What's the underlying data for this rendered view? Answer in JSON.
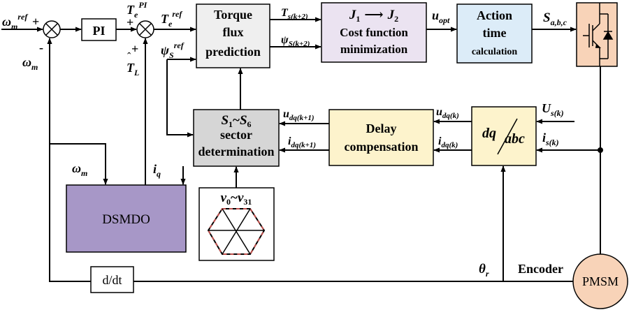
{
  "blocks": {
    "pi": "PI",
    "torque_flux": [
      "Torque",
      "flux",
      "prediction"
    ],
    "cost_func": {
      "line1_a": "J",
      "line1_a_sub": "1",
      "arrow": "⟶",
      "line1_b": "J",
      "line1_b_sub": "2",
      "line2": "Cost function",
      "line3": "minimization"
    },
    "action_time": [
      "Action",
      "time",
      "calculation"
    ],
    "sector": {
      "s1": "S",
      "s1_sub": "1",
      "tilde": "~",
      "s6": "S",
      "s6_sub": "6",
      "line2": "sector",
      "line3": "determination"
    },
    "delay": [
      "Delay",
      "compensation"
    ],
    "dq_abc": {
      "left": "dq",
      "right": "abc"
    },
    "dsmdo": "DSMDO",
    "ddt": "d/dt",
    "pmsm": "PMSM",
    "vectors": {
      "v0": "v",
      "v0_sub": "0",
      "tilde": "~",
      "v31": "v",
      "v31_sub": "31"
    }
  },
  "signals": {
    "omega_ref": {
      "base": "ω",
      "sub": "m",
      "sup": "ref"
    },
    "omega_m_fb": {
      "base": "ω",
      "sub": "m"
    },
    "omega_m_dsmdo": {
      "base": "ω",
      "sub": "m"
    },
    "te_pi": {
      "base": "T",
      "sub": "e",
      "sup": "PI"
    },
    "te_ref": {
      "base": "T",
      "sub": "e",
      "sup": "ref"
    },
    "tl_hat": {
      "base": "T",
      "sub": "L"
    },
    "psi_ref": {
      "base": "ψ",
      "sub": "S",
      "sup": "ref"
    },
    "iq": {
      "base": "i",
      "sub": "q"
    },
    "ts_k2": {
      "base": "T",
      "sub": "s(k+2)"
    },
    "psis_k2": {
      "base": "ψ",
      "sub": "S(k+2)"
    },
    "u_opt": {
      "base": "u",
      "sub": "opt"
    },
    "s_abc": {
      "base": "S",
      "sub": "a,b,c"
    },
    "udq_k1": {
      "base": "u",
      "sub": "dq(k+1)"
    },
    "idq_k1": {
      "base": "i",
      "sub": "dq(k+1)"
    },
    "udq_k": {
      "base": "u",
      "sub": "dq(k)"
    },
    "idq_k": {
      "base": "i",
      "sub": "dq(k)"
    },
    "us_k": {
      "base": "U",
      "sub": "s(k)"
    },
    "is_k": {
      "base": "i",
      "sub": "s(k)"
    },
    "theta_r": {
      "base": "θ",
      "sub": "r"
    },
    "encoder": "Encoder"
  },
  "signs": {
    "sum1_plus": "+",
    "sum1_minus": "-",
    "sum2_plus_left": "+",
    "sum2_plus_bottom": "+"
  },
  "colors": {
    "torque_box": "#efefef",
    "cost_box": "#ebe3f1",
    "action_box": "#dcecf8",
    "sector_box": "#d6d6d6",
    "delay_box": "#fdf3cc",
    "dq_box": "#fdf3cc",
    "dsmdo_box": "#a797c7",
    "inverter_box": "#f8d3b8",
    "pmsm_circle": "#f8d3b8",
    "hex_dash": "#c0504d"
  }
}
